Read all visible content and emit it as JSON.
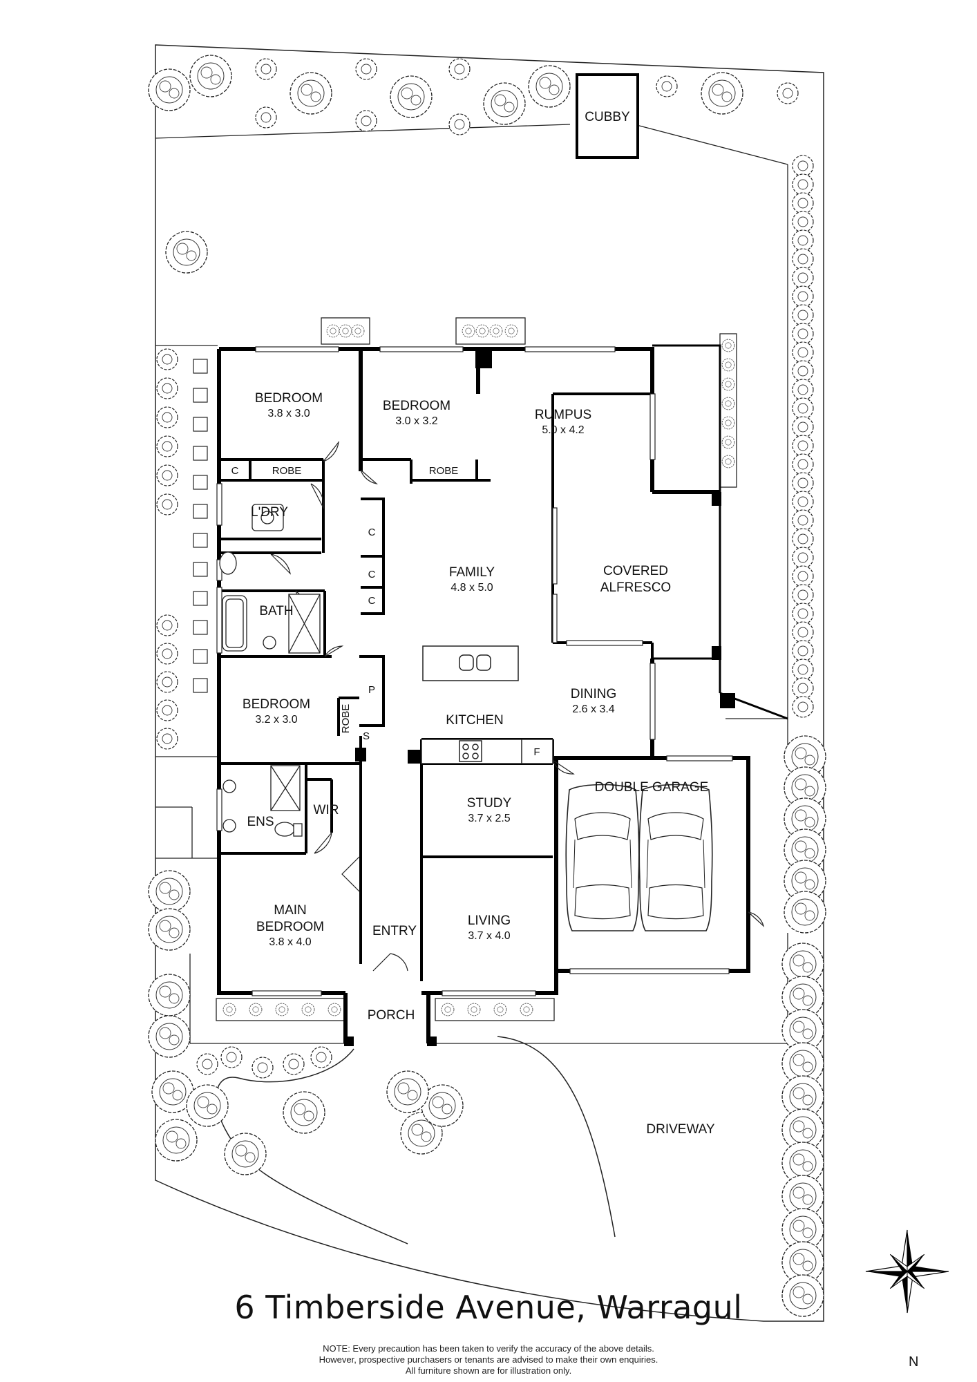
{
  "plan": {
    "address": "6 Timberside Avenue, Warragul",
    "note_lines": [
      "NOTE: Every precaution has been taken to verify the accuracy of the above details.",
      "However, prospective purchasers or tenants are advised to make their own enquiries.",
      "All furniture shown are for illustration only."
    ],
    "north_label": "N"
  },
  "rooms": {
    "cubby": {
      "name": "CUBBY"
    },
    "bedroom_nw": {
      "name": "BEDROOM",
      "size": "3.8 x 3.0"
    },
    "bedroom_n": {
      "name": "BEDROOM",
      "size": "3.0 x 3.2"
    },
    "rumpus": {
      "name": "RUMPUS",
      "size": "5.0 x 4.2"
    },
    "c_small": {
      "name": "C"
    },
    "robe_1": {
      "name": "ROBE"
    },
    "robe_2": {
      "name": "ROBE"
    },
    "laundry": {
      "name": "L'DRY"
    },
    "family": {
      "name": "FAMILY",
      "size": "4.8 x 5.0"
    },
    "cupboard_1": {
      "name": "C"
    },
    "cupboard_2": {
      "name": "C"
    },
    "cupboard_3": {
      "name": "C"
    },
    "covered_alfresco": {
      "line1": "COVERED",
      "line2": "ALFRESCO"
    },
    "bath": {
      "name": "BATH"
    },
    "bedroom_w": {
      "name": "BEDROOM",
      "size": "3.2 x 3.0"
    },
    "pantry": {
      "name": "P"
    },
    "robe_3": {
      "name": "ROBE"
    },
    "store": {
      "name": "S"
    },
    "kitchen": {
      "name": "KITCHEN"
    },
    "fridge": {
      "name": "F"
    },
    "dining": {
      "name": "DINING",
      "size": "2.6 x 3.4"
    },
    "double_garage": {
      "name": "DOUBLE GARAGE"
    },
    "ensuite": {
      "name": "ENS"
    },
    "wir": {
      "name": "WIR"
    },
    "study": {
      "name": "STUDY",
      "size": "3.7 x 2.5"
    },
    "main_bedroom": {
      "line1": "MAIN",
      "line2": "BEDROOM",
      "size": "3.8 x 4.0"
    },
    "entry": {
      "name": "ENTRY"
    },
    "living": {
      "name": "LIVING",
      "size": "3.7 x 4.0"
    },
    "porch": {
      "name": "PORCH"
    },
    "driveway": {
      "name": "DRIVEWAY"
    }
  },
  "colors": {
    "wall": "#000000",
    "line": "#111111",
    "background": "#ffffff"
  },
  "icons": [
    "tree-icon",
    "car-icon",
    "north-compass-icon",
    "toilet-icon",
    "basin-icon",
    "bathtub-icon",
    "shower-icon",
    "cooktop-icon",
    "sink-icon"
  ]
}
